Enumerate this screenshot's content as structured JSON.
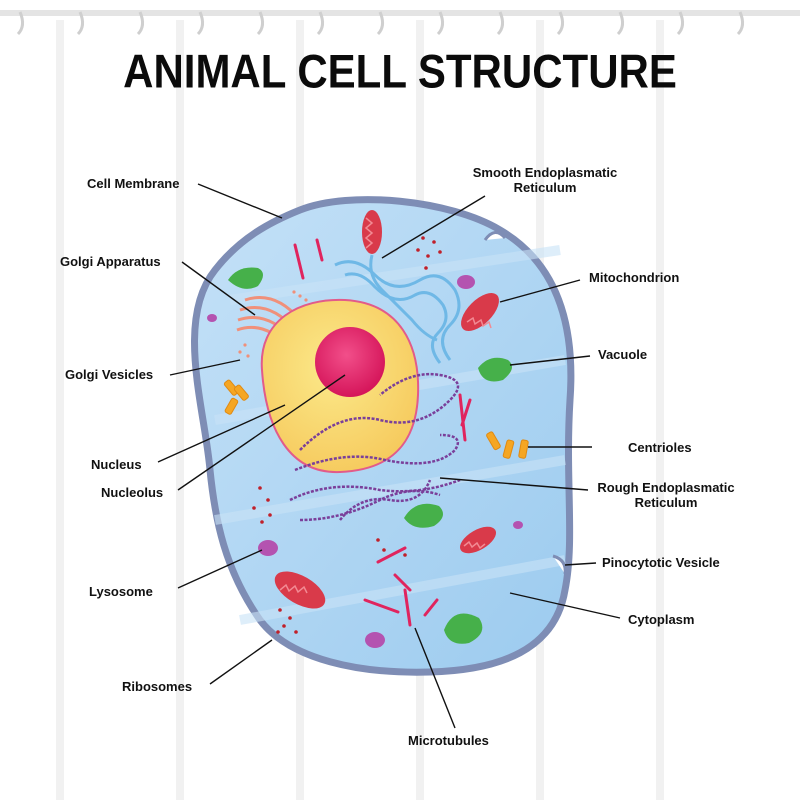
{
  "title": "ANIMAL CELL STRUCTURE",
  "labels": {
    "cell_membrane": "Cell Membrane",
    "golgi_apparatus": "Golgi Apparatus",
    "golgi_vesicles": "Golgi Vesicles",
    "nucleus": "Nucleus",
    "nucleolus": "Nucleolus",
    "lysosome": "Lysosome",
    "ribosomes": "Ribosomes",
    "microtubules": "Microtubules",
    "smooth_er_line1": "Smooth Endoplasmatic",
    "smooth_er_line2": "Reticulum",
    "mitochondrion": "Mitochondrion",
    "vacuole": "Vacuole",
    "centrioles": "Centrioles",
    "rough_er_line1": "Rough Endoplasmatic",
    "rough_er_line2": "Reticulum",
    "pinocytotic_vesicle": "Pinocytotic Vesicle",
    "cytoplasm": "Cytoplasm"
  },
  "colors": {
    "membrane": "#7e8db5",
    "cytoplasm": "#a9d2f2",
    "nucleus": "#f7e166",
    "nucleus_border": "#e25b8a",
    "nucleolus": "#e8206a",
    "mitochondrion": "#d93a4a",
    "vacuole": "#46b04a",
    "lysosome": "#b453b0",
    "centriole": "#f5a623",
    "microtubule": "#e0245e",
    "rough_er": "#7a3f9a",
    "smooth_er": "#6fb8e6",
    "golgi": "#f0907a",
    "ribosome": "#c0202a"
  }
}
